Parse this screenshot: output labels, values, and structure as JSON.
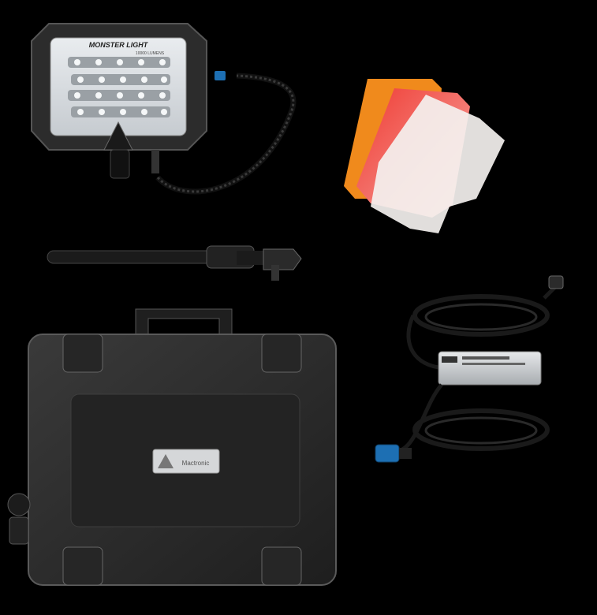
{
  "lamp": {
    "brand_line": "MONSTER LIGHT",
    "sub_line": "10000 LUMENS"
  },
  "case": {
    "logo_text": "Mactronic"
  },
  "colors": {
    "background": "#000000",
    "amber_filter": "#f08a1c",
    "red_filter": "#ee4a3e",
    "frost_filter": "#f4f1ef",
    "connector_blue": "#1d6fb3"
  }
}
